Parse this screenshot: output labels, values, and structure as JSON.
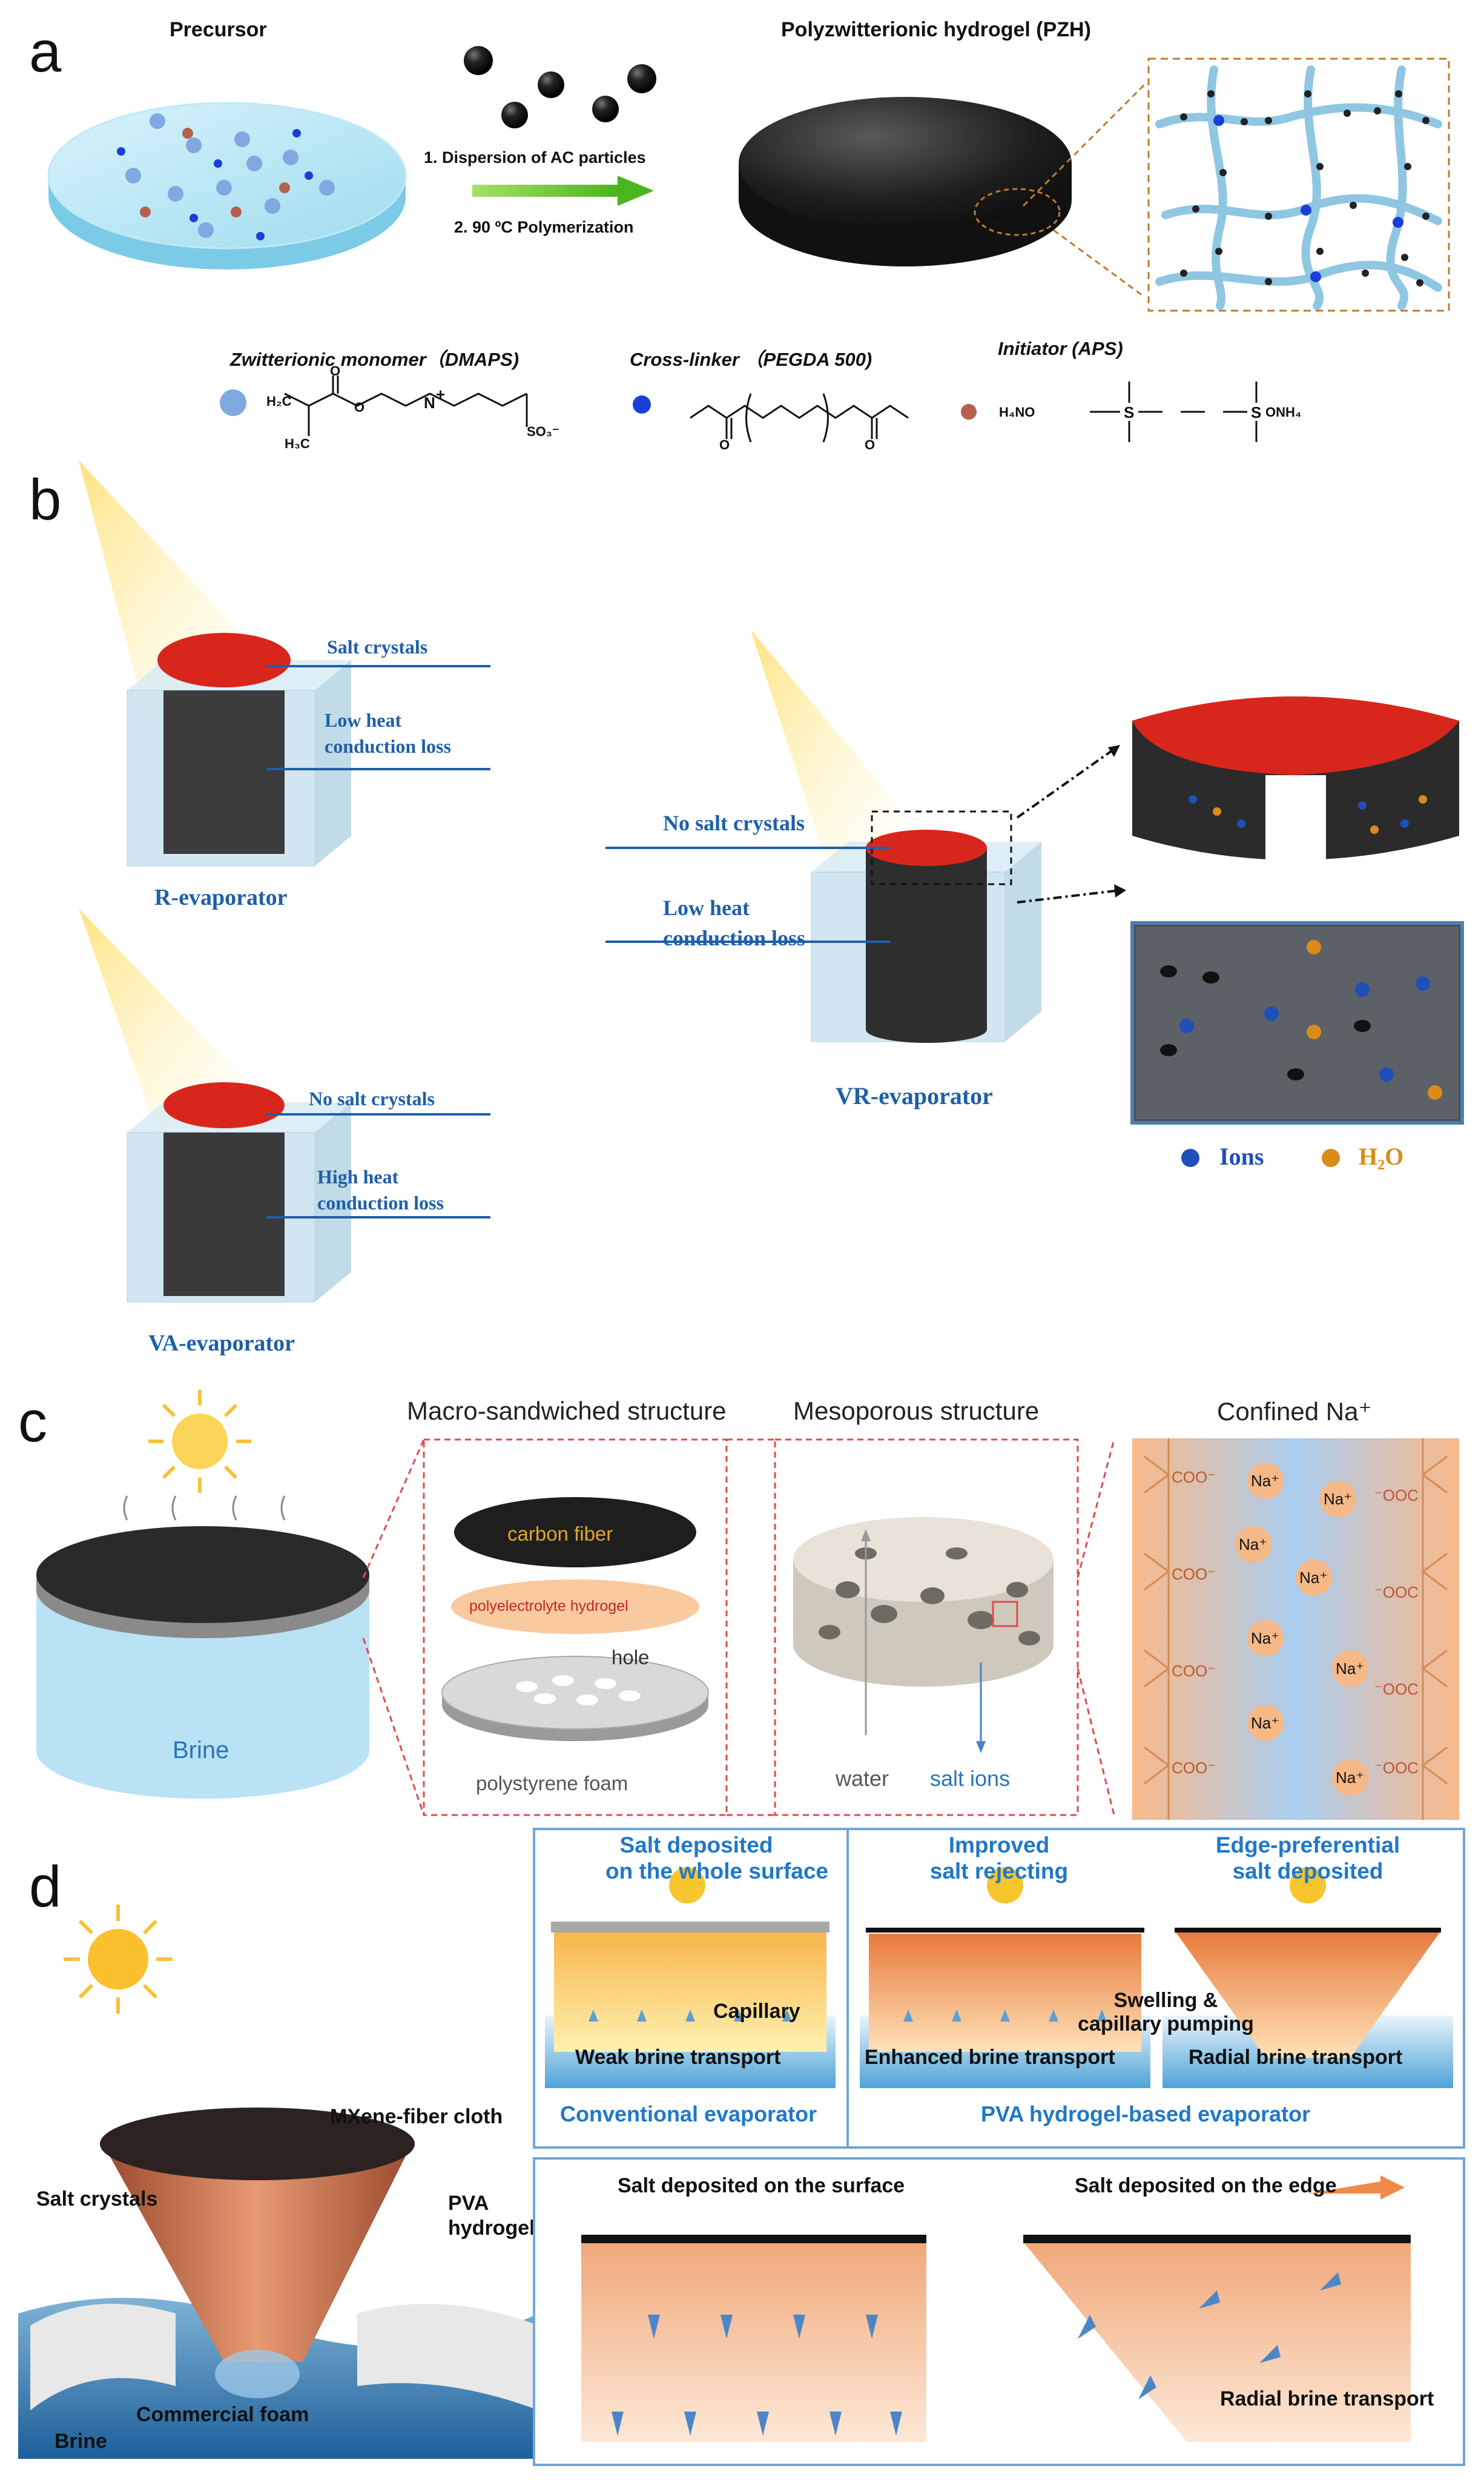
{
  "panel_a": {
    "label": "a",
    "precursor_title": "Precursor",
    "product_title": "Polyzwitterionic hydrogel (PZH)",
    "step1": "1. Dispersion of AC particles",
    "step2": "2. 90 ºC Polymerization",
    "monomer_label": "Zwitterionic monomer（DMAPS)",
    "crosslinker_label": "Cross-linker （PEGDA 500)",
    "initiator_label": "Initiator (APS)",
    "chem_h2c": "H₂C",
    "chem_h3c": "H₃C",
    "chem_n": "N",
    "chem_nplus": "+",
    "chem_so3": "SO₃⁻",
    "chem_o": "O",
    "chem_h4no": "H₄NO",
    "chem_s": "S",
    "chem_onh4": "ONH₄",
    "colors": {
      "monomer": "#7fa9e0",
      "crosslinker": "#1a3fd6",
      "initiator": "#b5604f",
      "disk": "#aee3f5"
    }
  },
  "panel_b": {
    "label": "b",
    "r_salt": "Salt crystals",
    "r_loss": "Low heat\nconduction loss",
    "r_name": "R-evaporator",
    "va_salt": "No salt crystals",
    "va_loss": "High heat\nconduction loss",
    "va_name": "VA-evaporator",
    "vr_salt": "No salt crystals",
    "vr_loss": "Low heat\nconduction loss",
    "vr_name": "VR-evaporator",
    "legend_ions": "Ions",
    "legend_h2o": "H₂O",
    "colors": {
      "salt": "#d9261c",
      "label": "#1f5fa8",
      "ions": "#1f4fb8",
      "h2o": "#d98c1a"
    }
  },
  "panel_c": {
    "label": "c",
    "macro_title": "Macro-sandwiched structure",
    "meso_title": "Mesoporous structure",
    "confined_title": "Confined Na⁺",
    "brine": "Brine",
    "carbon_fiber": "carbon fiber",
    "hydrogel": "polyelectrolyte hydrogel",
    "hole": "hole",
    "foam": "polystyrene foam",
    "water": "water",
    "salt_ions": "salt ions",
    "coo": "COO⁻",
    "ooc": "⁻OOC",
    "na": "Na⁺"
  },
  "panel_d": {
    "label": "d",
    "top1_title": "Salt deposited\non the whole surface",
    "top2_title": "Improved\nsalt rejecting",
    "top3_title": "Edge-preferential\nsalt deposited",
    "capillary": "Capillary",
    "weak": "Weak brine transport",
    "enhanced": "Enhanced brine transport",
    "swelling": "Swelling &\ncapillary pumping",
    "radial": "Radial brine transport",
    "conventional": "Conventional evaporator",
    "pva_based": "PVA hydrogel-based evaporator",
    "mxene": "MXene-fiber cloth",
    "salt_crystals": "Salt crystals",
    "pva": "PVA\nhydrogel",
    "brine": "Brine",
    "foam": "Commercial foam",
    "bottom1": "Salt deposited on the surface",
    "bottom2": "Salt deposited on the edge",
    "bottom_radial": "Radial brine transport"
  }
}
